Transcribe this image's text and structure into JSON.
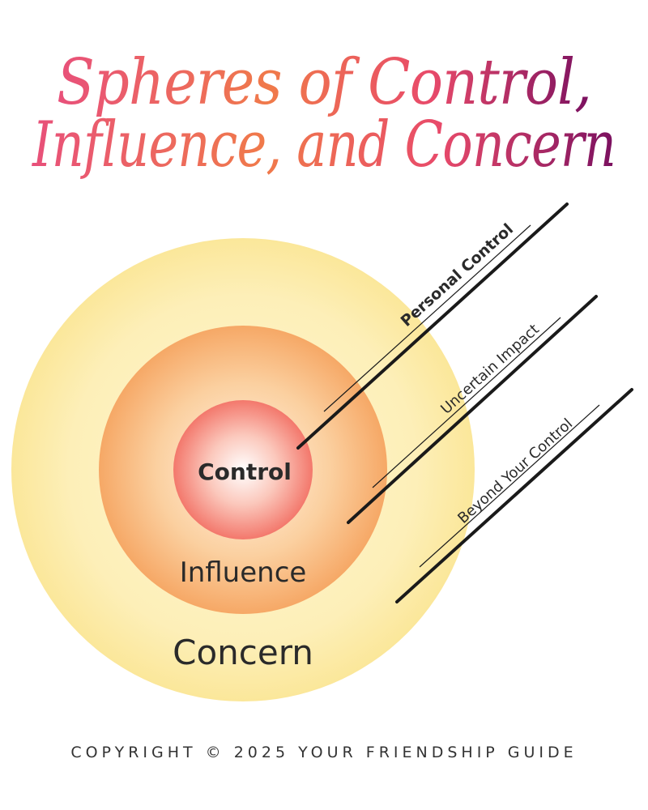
{
  "title": {
    "line1": "Spheres of Control,",
    "line2": "Influence, and Concern"
  },
  "spheres": {
    "control": "Control",
    "influence": "Influence",
    "concern": "Concern"
  },
  "annotations": {
    "personal_control": "Personal Control",
    "uncertain_impact": "Uncertain Impact",
    "beyond_your_control": "Beyond Your Control"
  },
  "footer": "COPYRIGHT © 2025 YOUR FRIENDSHIP GUIDE",
  "colors": {
    "title_gradient_start": "#e8507a",
    "title_gradient_mid": "#f07a4a",
    "title_gradient_end": "#7a1060",
    "concern_fill": "#fdf0b8",
    "influence_fill": "#f8b878",
    "control_fill": "#f47a70",
    "line": "#1a1a1a"
  }
}
